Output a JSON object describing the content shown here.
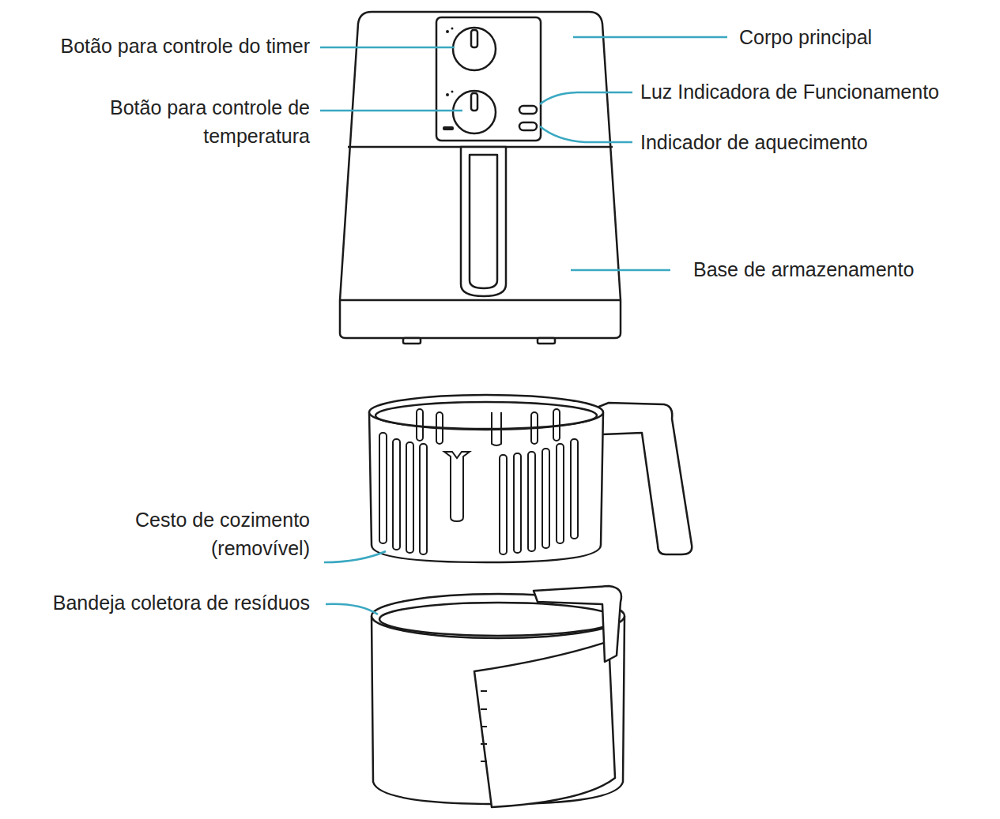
{
  "diagram": {
    "labels": [
      "Botão para controle do timer",
      "Botão para controle de temperatura",
      "Corpo principal",
      "Luz Indicadora de Funcionamento",
      "Indicador de aquecimento",
      "Base de armazenamento",
      "Cesto de cozimento (removível)",
      "Bandeja coletora de resíduos"
    ]
  }
}
